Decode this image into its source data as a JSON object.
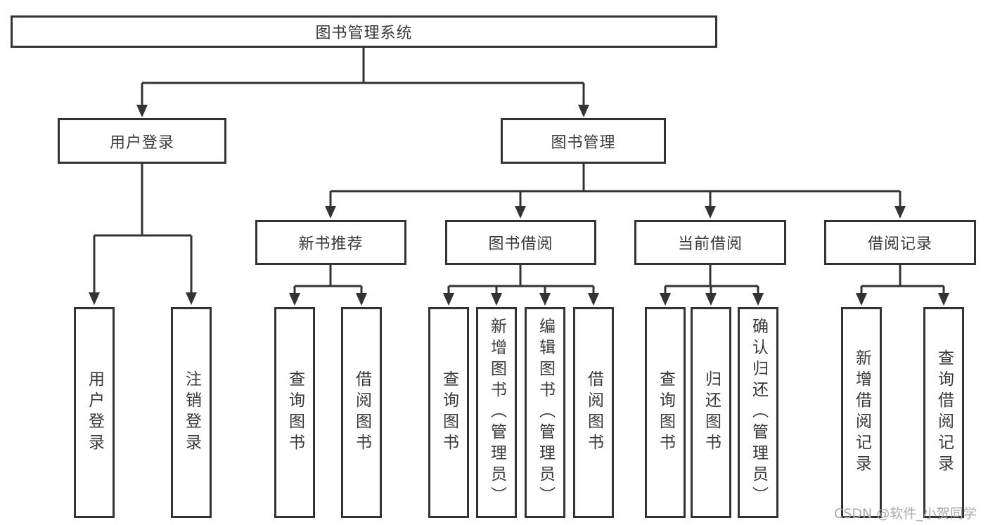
{
  "tree": {
    "root": {
      "label": "图书管理系统"
    },
    "level2": [
      {
        "label": "用户登录"
      },
      {
        "label": "图书管理"
      }
    ],
    "level3": [
      {
        "label": "新书推荐"
      },
      {
        "label": "图书借阅"
      },
      {
        "label": "当前借阅"
      },
      {
        "label": "借阅记录"
      }
    ],
    "leaves": [
      {
        "label": "用户登录",
        "parent": "用户登录"
      },
      {
        "label": "注销登录",
        "parent": "用户登录"
      },
      {
        "label": "查询图书",
        "parent": "新书推荐"
      },
      {
        "label": "借阅图书",
        "parent": "新书推荐"
      },
      {
        "label": "查询图书",
        "parent": "图书借阅"
      },
      {
        "label": "新增图书（管理员）",
        "parent": "图书借阅"
      },
      {
        "label": "编辑图书（管理员）",
        "parent": "图书借阅"
      },
      {
        "label": "借阅图书",
        "parent": "图书借阅"
      },
      {
        "label": "查询图书",
        "parent": "当前借阅"
      },
      {
        "label": "归还图书",
        "parent": "当前借阅"
      },
      {
        "label": "确认归还（管理员）",
        "parent": "当前借阅"
      },
      {
        "label": "新增借阅记录",
        "parent": "借阅记录"
      },
      {
        "label": "查询借阅记录",
        "parent": "借阅记录"
      }
    ]
  },
  "watermark": {
    "text": "CSDN @软件_小贺同学"
  },
  "colors": {
    "line": "#333333",
    "node_border": "#333333",
    "text": "#3a3a3a",
    "watermark": "#a9a9a9",
    "background": "#ffffff"
  }
}
